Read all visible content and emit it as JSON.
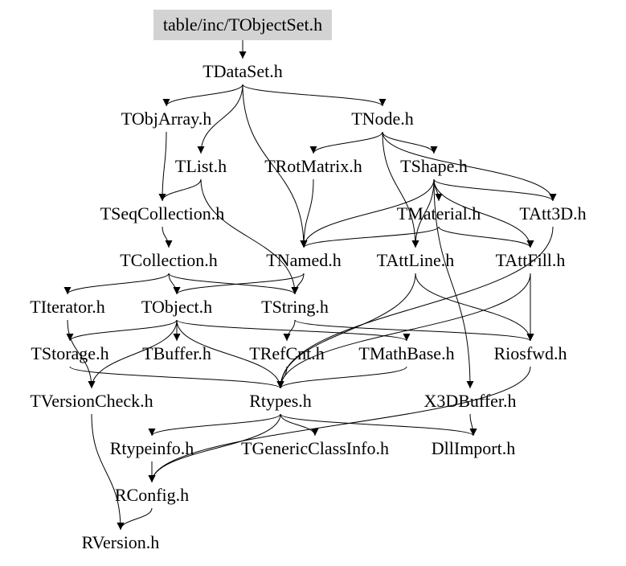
{
  "graph": {
    "title": "table/inc/TObjectSet.h include dependency graph",
    "root_color": "#d3d3d3",
    "nodes": [
      {
        "id": "TObjectSet",
        "label": "table/inc/TObjectSet.h",
        "root": true
      },
      {
        "id": "TDataSet",
        "label": "TDataSet.h"
      },
      {
        "id": "TObjArray",
        "label": "TObjArray.h"
      },
      {
        "id": "TNode",
        "label": "TNode.h"
      },
      {
        "id": "TList",
        "label": "TList.h"
      },
      {
        "id": "TRotMatrix",
        "label": "TRotMatrix.h"
      },
      {
        "id": "TShape",
        "label": "TShape.h"
      },
      {
        "id": "TSeqCollection",
        "label": "TSeqCollection.h"
      },
      {
        "id": "TMaterial",
        "label": "TMaterial.h"
      },
      {
        "id": "TAtt3D",
        "label": "TAtt3D.h"
      },
      {
        "id": "TCollection",
        "label": "TCollection.h"
      },
      {
        "id": "TNamed",
        "label": "TNamed.h"
      },
      {
        "id": "TAttLine",
        "label": "TAttLine.h"
      },
      {
        "id": "TAttFill",
        "label": "TAttFill.h"
      },
      {
        "id": "TIterator",
        "label": "TIterator.h"
      },
      {
        "id": "TObject",
        "label": "TObject.h"
      },
      {
        "id": "TString",
        "label": "TString.h"
      },
      {
        "id": "TStorage",
        "label": "TStorage.h"
      },
      {
        "id": "TBuffer",
        "label": "TBuffer.h"
      },
      {
        "id": "TRefCnt",
        "label": "TRefCnt.h"
      },
      {
        "id": "TMathBase",
        "label": "TMathBase.h"
      },
      {
        "id": "Riosfwd",
        "label": "Riosfwd.h"
      },
      {
        "id": "TVersionCheck",
        "label": "TVersionCheck.h"
      },
      {
        "id": "Rtypes",
        "label": "Rtypes.h"
      },
      {
        "id": "X3DBuffer",
        "label": "X3DBuffer.h"
      },
      {
        "id": "Rtypeinfo",
        "label": "Rtypeinfo.h"
      },
      {
        "id": "TGenericClassInfo",
        "label": "TGenericClassInfo.h"
      },
      {
        "id": "DllImport",
        "label": "DllImport.h"
      },
      {
        "id": "RConfig",
        "label": "RConfig.h"
      },
      {
        "id": "RVersion",
        "label": "RVersion.h"
      }
    ],
    "edges": [
      [
        "TObjectSet",
        "TDataSet"
      ],
      [
        "TDataSet",
        "TObjArray"
      ],
      [
        "TDataSet",
        "TList"
      ],
      [
        "TDataSet",
        "TNode"
      ],
      [
        "TDataSet",
        "TNamed"
      ],
      [
        "TObjArray",
        "TSeqCollection"
      ],
      [
        "TNode",
        "TRotMatrix"
      ],
      [
        "TNode",
        "TShape"
      ],
      [
        "TNode",
        "TAttLine"
      ],
      [
        "TNode",
        "TAtt3D"
      ],
      [
        "TList",
        "TSeqCollection"
      ],
      [
        "TList",
        "TString"
      ],
      [
        "TRotMatrix",
        "TNamed"
      ],
      [
        "TShape",
        "TNamed"
      ],
      [
        "TShape",
        "TMaterial"
      ],
      [
        "TShape",
        "TAttLine"
      ],
      [
        "TShape",
        "TAttFill"
      ],
      [
        "TShape",
        "TAtt3D"
      ],
      [
        "TShape",
        "X3DBuffer"
      ],
      [
        "TSeqCollection",
        "TCollection"
      ],
      [
        "TMaterial",
        "TAttFill"
      ],
      [
        "TMaterial",
        "TNamed"
      ],
      [
        "TAtt3D",
        "Rtypes"
      ],
      [
        "TCollection",
        "TIterator"
      ],
      [
        "TCollection",
        "TObject"
      ],
      [
        "TCollection",
        "TString"
      ],
      [
        "TNamed",
        "TString"
      ],
      [
        "TNamed",
        "TObject"
      ],
      [
        "TAttLine",
        "Riosfwd"
      ],
      [
        "TAttLine",
        "Rtypes"
      ],
      [
        "TAttFill",
        "Riosfwd"
      ],
      [
        "TAttFill",
        "Rtypes"
      ],
      [
        "TIterator",
        "TVersionCheck"
      ],
      [
        "TObject",
        "TStorage"
      ],
      [
        "TObject",
        "TBuffer"
      ],
      [
        "TObject",
        "Rtypes"
      ],
      [
        "TObject",
        "TMathBase"
      ],
      [
        "TObject",
        "TVersionCheck"
      ],
      [
        "TString",
        "TRefCnt"
      ],
      [
        "TString",
        "Riosfwd"
      ],
      [
        "TStorage",
        "Rtypes"
      ],
      [
        "TRefCnt",
        "Rtypes"
      ],
      [
        "TMathBase",
        "Rtypes"
      ],
      [
        "Riosfwd",
        "RConfig"
      ],
      [
        "Rtypes",
        "Rtypeinfo"
      ],
      [
        "Rtypes",
        "TGenericClassInfo"
      ],
      [
        "Rtypes",
        "DllImport"
      ],
      [
        "Rtypes",
        "RConfig"
      ],
      [
        "X3DBuffer",
        "DllImport"
      ],
      [
        "TVersionCheck",
        "RVersion"
      ],
      [
        "Rtypeinfo",
        "RConfig"
      ],
      [
        "RConfig",
        "RVersion"
      ]
    ]
  }
}
